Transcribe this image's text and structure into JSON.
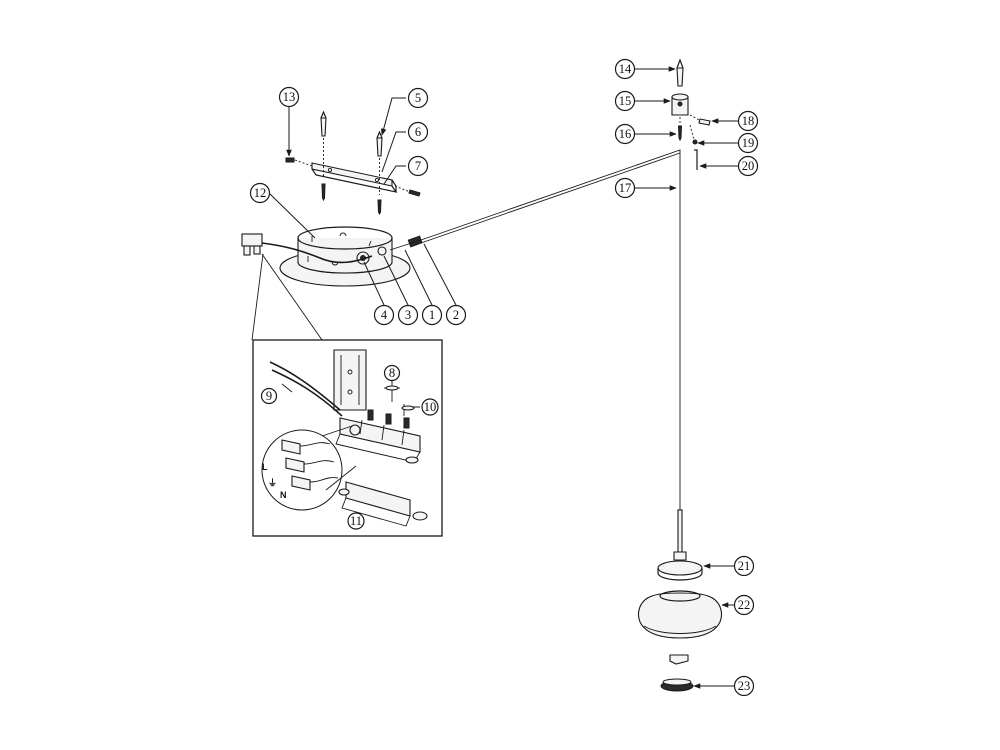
{
  "callouts": [
    {
      "id": "c1",
      "label": "1"
    },
    {
      "id": "c2",
      "label": "2"
    },
    {
      "id": "c3",
      "label": "3"
    },
    {
      "id": "c4",
      "label": "4"
    },
    {
      "id": "c5",
      "label": "5"
    },
    {
      "id": "c6",
      "label": "6"
    },
    {
      "id": "c7",
      "label": "7"
    },
    {
      "id": "c8",
      "label": "8"
    },
    {
      "id": "c9",
      "label": "9"
    },
    {
      "id": "c10",
      "label": "10"
    },
    {
      "id": "c11",
      "label": "11"
    },
    {
      "id": "c12",
      "label": "12"
    },
    {
      "id": "c13",
      "label": "13"
    },
    {
      "id": "c14",
      "label": "14"
    },
    {
      "id": "c15",
      "label": "15"
    },
    {
      "id": "c16",
      "label": "16"
    },
    {
      "id": "c17",
      "label": "17"
    },
    {
      "id": "c18",
      "label": "18"
    },
    {
      "id": "c19",
      "label": "19"
    },
    {
      "id": "c20",
      "label": "20"
    },
    {
      "id": "c21",
      "label": "21"
    },
    {
      "id": "c22",
      "label": "22"
    },
    {
      "id": "c23",
      "label": "23"
    }
  ],
  "wiring_letters": {
    "live": "L",
    "earth": "⏚",
    "neutral": "N"
  },
  "colors": {
    "ink": "#1a1a1a",
    "background": "#ffffff"
  }
}
